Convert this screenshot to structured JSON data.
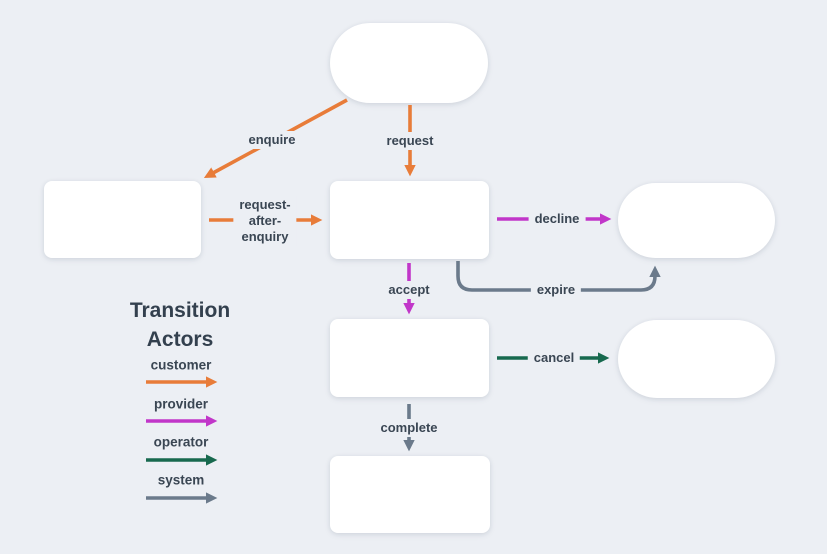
{
  "colors": {
    "background": "#eceff4",
    "node_fill": "#ffffff",
    "customer": "#e87c39",
    "provider": "#c136c9",
    "operator": "#17694e",
    "system": "#6b7a8b",
    "label_text": "#3a4653",
    "title_text": "#33404e"
  },
  "legend": {
    "title_line1": "Transition",
    "title_line2": "Actors",
    "actors": [
      {
        "label": "customer"
      },
      {
        "label": "provider"
      },
      {
        "label": "operator"
      },
      {
        "label": "system"
      }
    ]
  },
  "transitions": {
    "enquire": "enquire",
    "request": "request",
    "request_after_enquiry_line1": "request-",
    "request_after_enquiry_line2": "after-",
    "request_after_enquiry_line3": "enquiry",
    "decline": "decline",
    "accept": "accept",
    "expire": "expire",
    "cancel": "cancel",
    "complete": "complete"
  }
}
